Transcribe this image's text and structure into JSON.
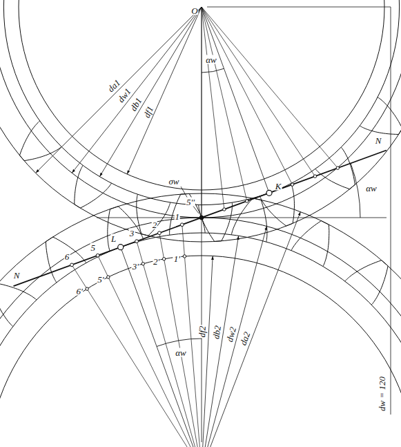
{
  "diagram": {
    "labels": [
      "O",
      "da1",
      "dw1",
      "db1",
      "df1",
      "αw",
      "K",
      "N",
      "αw",
      "σw",
      "5''",
      "6",
      "5",
      "L",
      "3",
      "2",
      "1",
      "6'",
      "5'",
      "3'",
      "2'",
      "1'",
      "N",
      "αw",
      "df2",
      "db2",
      "dw2",
      "da2",
      "dw = 120"
    ]
  }
}
